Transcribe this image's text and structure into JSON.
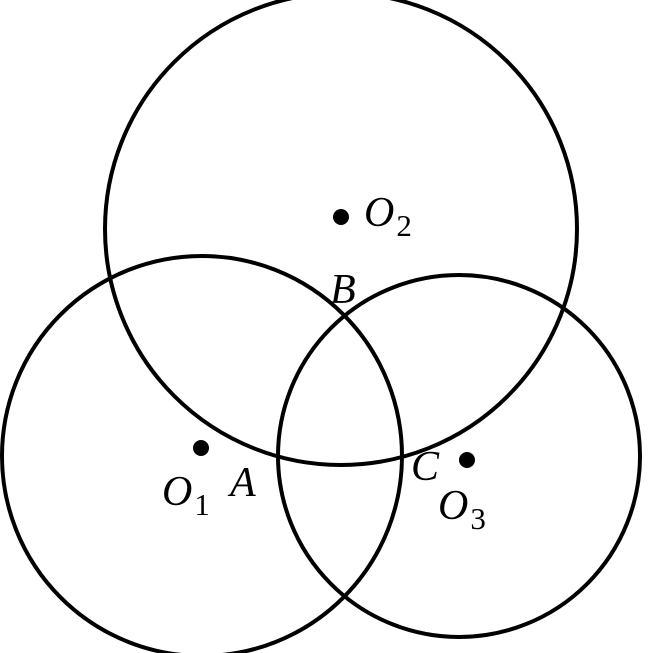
{
  "figure": {
    "stroke_color": "#000000",
    "background": "#ffffff",
    "circles": [
      {
        "name": "circle-o2",
        "center": "O2"
      },
      {
        "name": "circle-o1",
        "center": "O1"
      },
      {
        "name": "circle-o3",
        "center": "O3"
      }
    ],
    "labels": {
      "o2_letter": "O",
      "o2_sub": "2",
      "o1_letter": "O",
      "o1_sub": "1",
      "o3_letter": "O",
      "o3_sub": "3",
      "a": "A",
      "b": "B",
      "c": "C"
    }
  }
}
